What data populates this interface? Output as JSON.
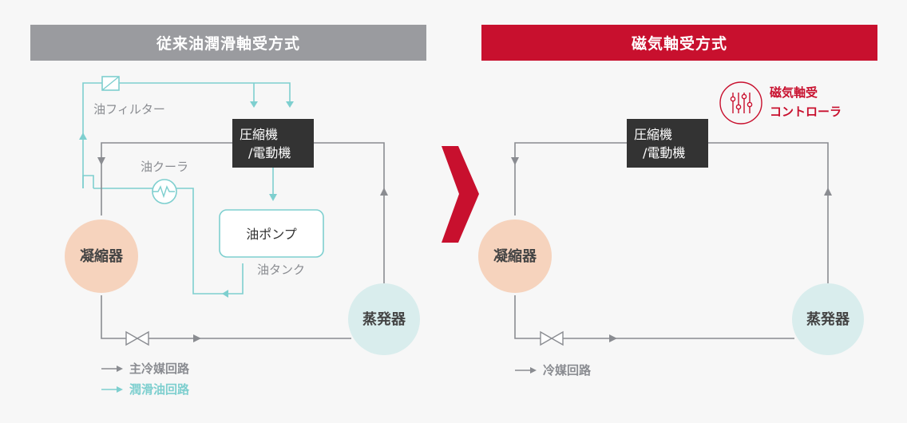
{
  "left_panel": {
    "title": "従来油潤滑軸受方式",
    "compressor_line1": "圧縮機",
    "compressor_line2": "/電動機",
    "condenser": "凝縮器",
    "evaporator": "蒸発器",
    "oil_filter": "油フィルター",
    "oil_cooler": "油クーラ",
    "oil_pump": "油ポンプ",
    "oil_tank": "油タンク",
    "legend": [
      {
        "label": "主冷媒回路",
        "color": "#8a8c91"
      },
      {
        "label": "潤滑油回路",
        "color": "#7ecfcf"
      }
    ]
  },
  "right_panel": {
    "title": "磁気軸受方式",
    "compressor_line1": "圧縮機",
    "compressor_line2": "/電動機",
    "condenser": "凝縮器",
    "evaporator": "蒸発器",
    "controller_line1": "磁気軸受",
    "controller_line2": "コントローラ",
    "legend": [
      {
        "label": "冷媒回路",
        "color": "#8a8c91"
      }
    ]
  },
  "colors": {
    "refrigerant_line": "#8a8c91",
    "oil_line": "#7ecfcf",
    "accent_red": "#c8102e",
    "condenser_fill": "#f6d3bd",
    "evaporator_fill": "#d9eded",
    "compressor_fill": "#333333"
  },
  "icons": {
    "transition_arrow": "right-arrow-icon",
    "controller_icon": "sliders-icon",
    "valve_icon": "expansion-valve-icon",
    "cooler_icon": "heat-exchanger-icon"
  }
}
